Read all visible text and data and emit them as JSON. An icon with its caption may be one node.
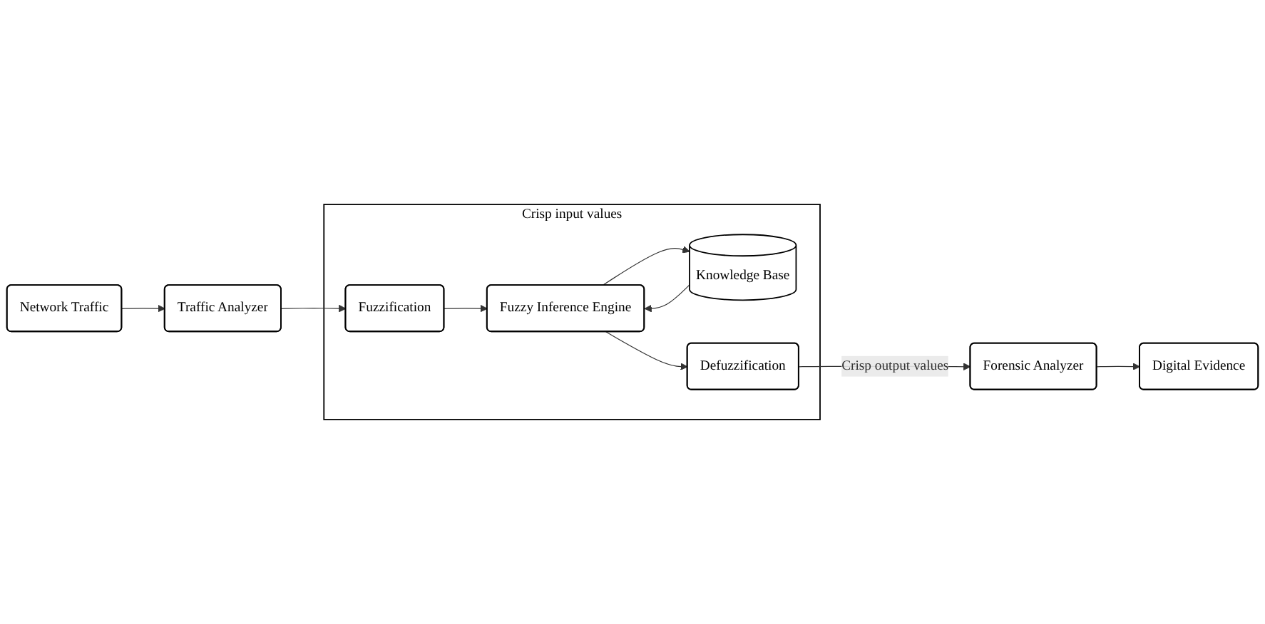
{
  "diagram": {
    "nodes": [
      {
        "text": [
          "Network Traffic"
        ]
      },
      {
        "text": [
          "Traffic Analyzer"
        ]
      },
      {
        "text": [
          "Crisp input values"
        ]
      },
      {
        "text": [
          "Fuzzification"
        ],
        "in": 2
      },
      {
        "text": [
          "Fuzzy Inference Engine"
        ],
        "in": 2
      },
      {
        "text": [
          "Knowledge Base"
        ],
        "in": 2
      },
      {
        "text": [
          "Defuzzification"
        ],
        "in": 2
      },
      {
        "text": [
          "Forensic Analyzer"
        ]
      },
      {
        "text": [
          "Digital Evidence"
        ]
      }
    ],
    "edges": [
      {
        "from": 0,
        "to": 1,
        "arrow": "to"
      },
      {
        "from": 1,
        "to": 3,
        "arrow": "to"
      },
      {
        "from": 3,
        "to": 4,
        "arrow": "to"
      },
      {
        "from": 4,
        "to": 5,
        "arrow": "to"
      },
      {
        "from": 5,
        "to": 4,
        "arrow": "to"
      },
      {
        "from": 4,
        "to": 6,
        "arrow": "to"
      },
      {
        "from": 6,
        "to": 7,
        "label": "Crisp output values",
        "arrow": "to"
      },
      {
        "from": 7,
        "to": 8,
        "arrow": "to"
      }
    ]
  }
}
